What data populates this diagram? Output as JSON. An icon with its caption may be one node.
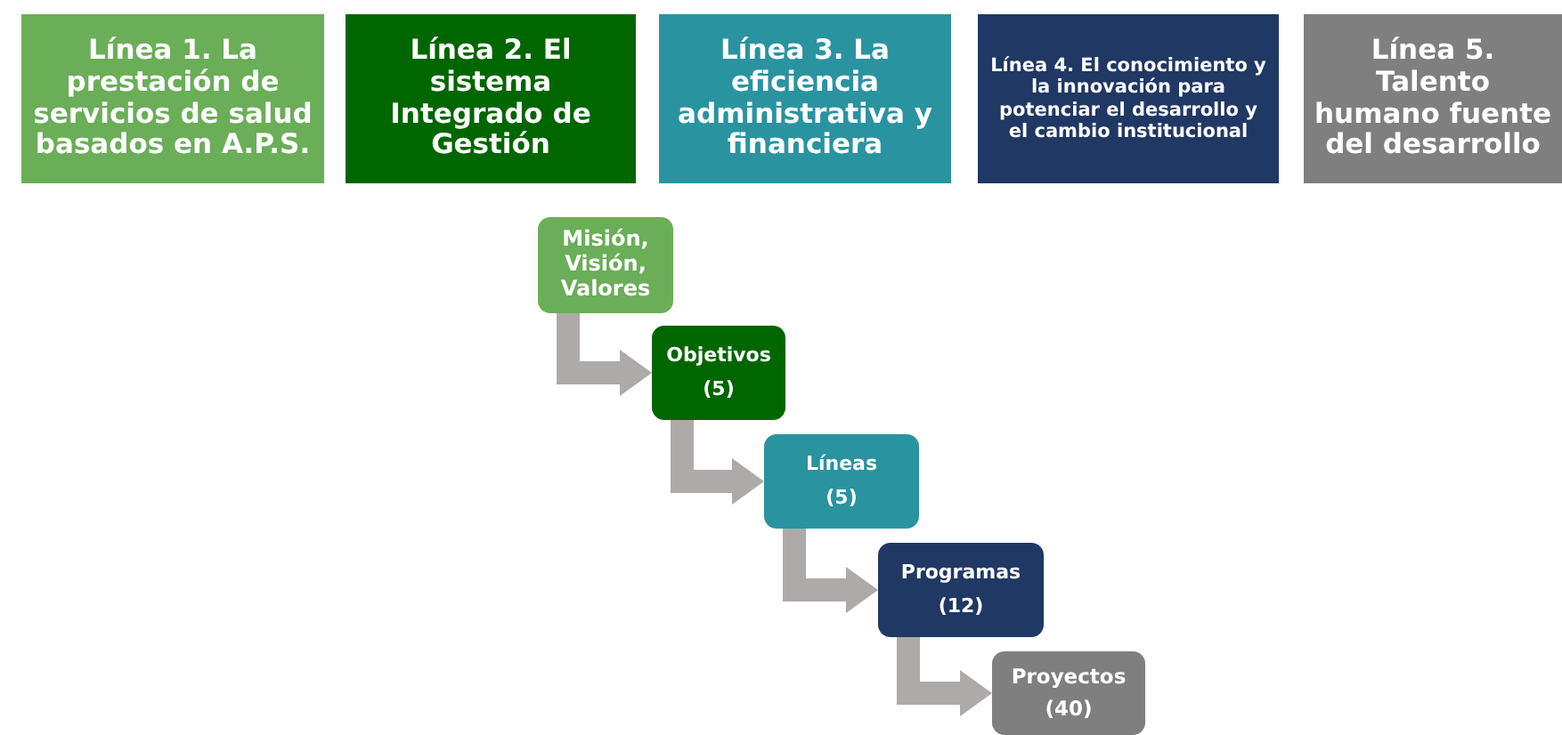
{
  "diagram": {
    "nodes": [
      {
        "text": [
          "Línea 1. La prestación de servicios de salud basados en A.P.S."
        ]
      },
      {
        "text": [
          "Línea 2. El sistema Integrado de Gestión"
        ]
      },
      {
        "text": [
          "Línea 3. La eficiencia administrativa y financiera"
        ]
      },
      {
        "text": [
          "Línea 4. El conocimiento y la innovación para potenciar el desarrollo y el cambio institucional"
        ]
      },
      {
        "text": [
          "Línea 5. Talento humano fuente del desarrollo"
        ]
      },
      {
        "text": [
          "Misión, Visión, Valores"
        ]
      },
      {
        "text": [
          "Objetivos",
          "(5)"
        ]
      },
      {
        "text": [
          "Líneas",
          "(5)"
        ]
      },
      {
        "text": [
          "Programas",
          "(12)"
        ]
      },
      {
        "text": [
          "Proyectos",
          "(40)"
        ]
      }
    ],
    "edges": [
      {
        "from": 5,
        "to": 6,
        "arrow": "to"
      },
      {
        "from": 6,
        "to": 7,
        "arrow": "to"
      },
      {
        "from": 7,
        "to": 8,
        "arrow": "to"
      },
      {
        "from": 8,
        "to": 9,
        "arrow": "to"
      }
    ]
  }
}
